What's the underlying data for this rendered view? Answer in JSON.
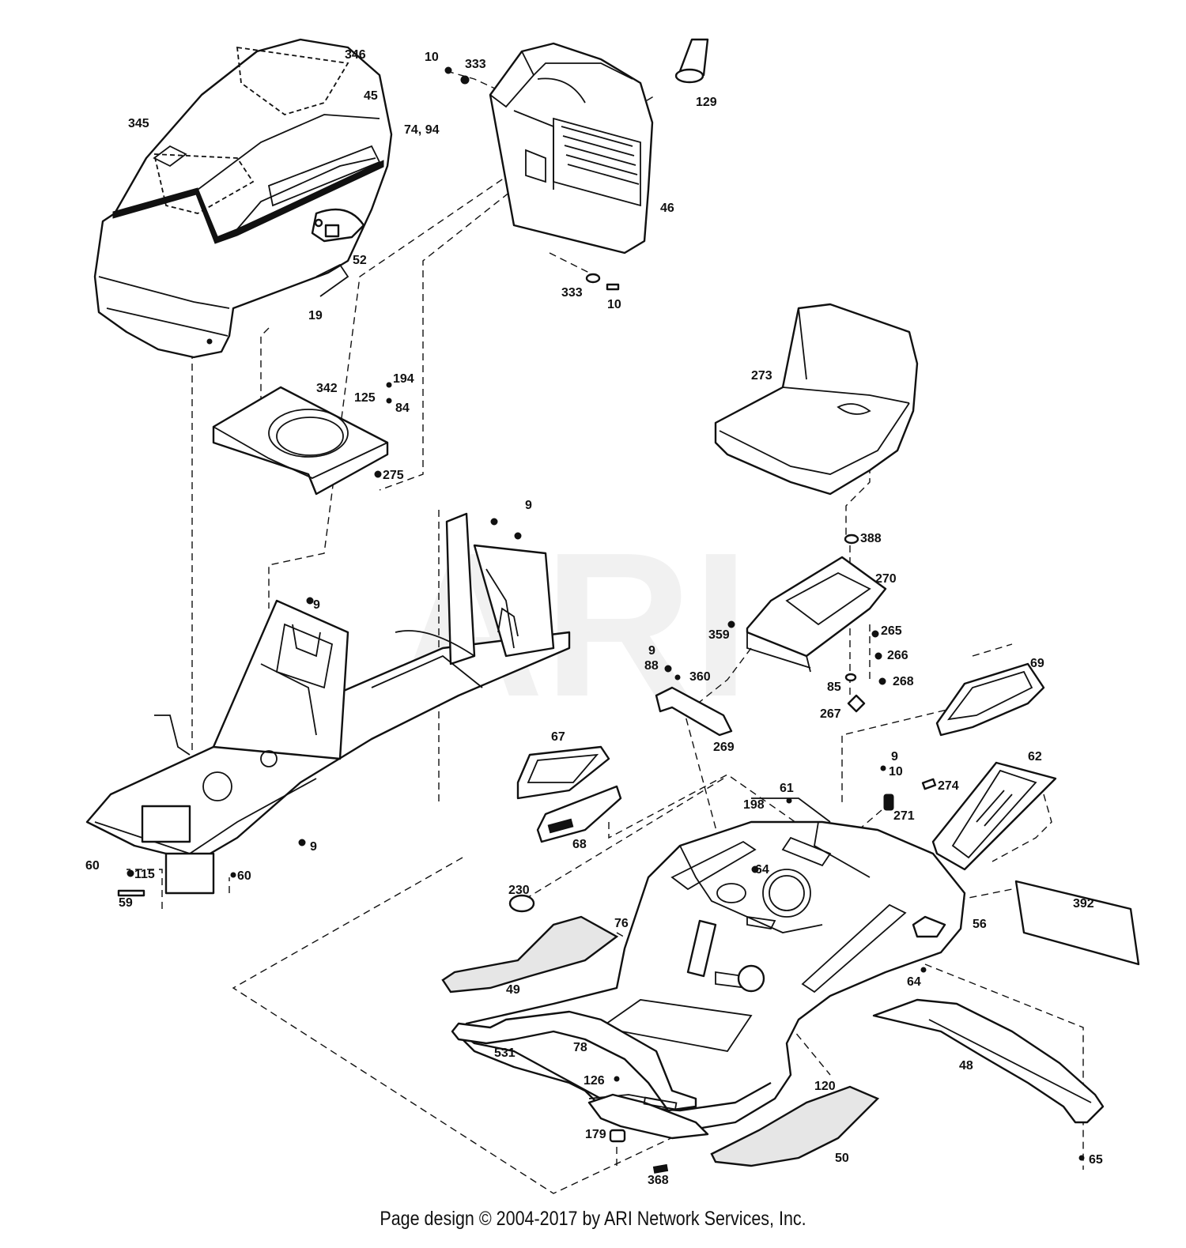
{
  "watermark": "ARI",
  "footer": {
    "text": "Page design © 2004-2017 by ARI Network Services, Inc."
  },
  "callouts": [
    {
      "id": "c-346",
      "text": "346"
    },
    {
      "id": "c-45",
      "text": "45"
    },
    {
      "id": "c-345",
      "text": "345"
    },
    {
      "id": "c-74-94",
      "text": "74, 94"
    },
    {
      "id": "c-52",
      "text": "52"
    },
    {
      "id": "c-19",
      "text": "19"
    },
    {
      "id": "c-10a",
      "text": "10"
    },
    {
      "id": "c-333a",
      "text": "333"
    },
    {
      "id": "c-129",
      "text": "129"
    },
    {
      "id": "c-46",
      "text": "46"
    },
    {
      "id": "c-333b",
      "text": "333"
    },
    {
      "id": "c-10b",
      "text": "10"
    },
    {
      "id": "c-342",
      "text": "342"
    },
    {
      "id": "c-194",
      "text": "194"
    },
    {
      "id": "c-125",
      "text": "125"
    },
    {
      "id": "c-84",
      "text": "84"
    },
    {
      "id": "c-275",
      "text": "275"
    },
    {
      "id": "c-273",
      "text": "273"
    },
    {
      "id": "c-9a",
      "text": "9"
    },
    {
      "id": "c-9b",
      "text": "9"
    },
    {
      "id": "c-388",
      "text": "388"
    },
    {
      "id": "c-270",
      "text": "270"
    },
    {
      "id": "c-359",
      "text": "359"
    },
    {
      "id": "c-265",
      "text": "265"
    },
    {
      "id": "c-9c",
      "text": "9"
    },
    {
      "id": "c-88",
      "text": "88"
    },
    {
      "id": "c-360",
      "text": "360"
    },
    {
      "id": "c-266",
      "text": "266"
    },
    {
      "id": "c-85",
      "text": "85"
    },
    {
      "id": "c-268",
      "text": "268"
    },
    {
      "id": "c-69",
      "text": "69"
    },
    {
      "id": "c-267",
      "text": "267"
    },
    {
      "id": "c-269",
      "text": "269"
    },
    {
      "id": "c-67",
      "text": "67"
    },
    {
      "id": "c-9d",
      "text": "9"
    },
    {
      "id": "c-10c",
      "text": "10"
    },
    {
      "id": "c-62",
      "text": "62"
    },
    {
      "id": "c-274",
      "text": "274"
    },
    {
      "id": "c-61",
      "text": "61"
    },
    {
      "id": "c-198",
      "text": "198"
    },
    {
      "id": "c-271",
      "text": "271"
    },
    {
      "id": "c-68",
      "text": "68"
    },
    {
      "id": "c-9e",
      "text": "9"
    },
    {
      "id": "c-60a",
      "text": "60"
    },
    {
      "id": "c-115",
      "text": "115"
    },
    {
      "id": "c-60b",
      "text": "60"
    },
    {
      "id": "c-59",
      "text": "59"
    },
    {
      "id": "c-64a",
      "text": "64"
    },
    {
      "id": "c-230",
      "text": "230"
    },
    {
      "id": "c-392",
      "text": "392"
    },
    {
      "id": "c-76",
      "text": "76"
    },
    {
      "id": "c-56",
      "text": "56"
    },
    {
      "id": "c-49",
      "text": "49"
    },
    {
      "id": "c-64b",
      "text": "64"
    },
    {
      "id": "c-531",
      "text": "531"
    },
    {
      "id": "c-78",
      "text": "78"
    },
    {
      "id": "c-48",
      "text": "48"
    },
    {
      "id": "c-126",
      "text": "126"
    },
    {
      "id": "c-120",
      "text": "120"
    },
    {
      "id": "c-179",
      "text": "179"
    },
    {
      "id": "c-50",
      "text": "50"
    },
    {
      "id": "c-368",
      "text": "368"
    },
    {
      "id": "c-65",
      "text": "65"
    }
  ]
}
